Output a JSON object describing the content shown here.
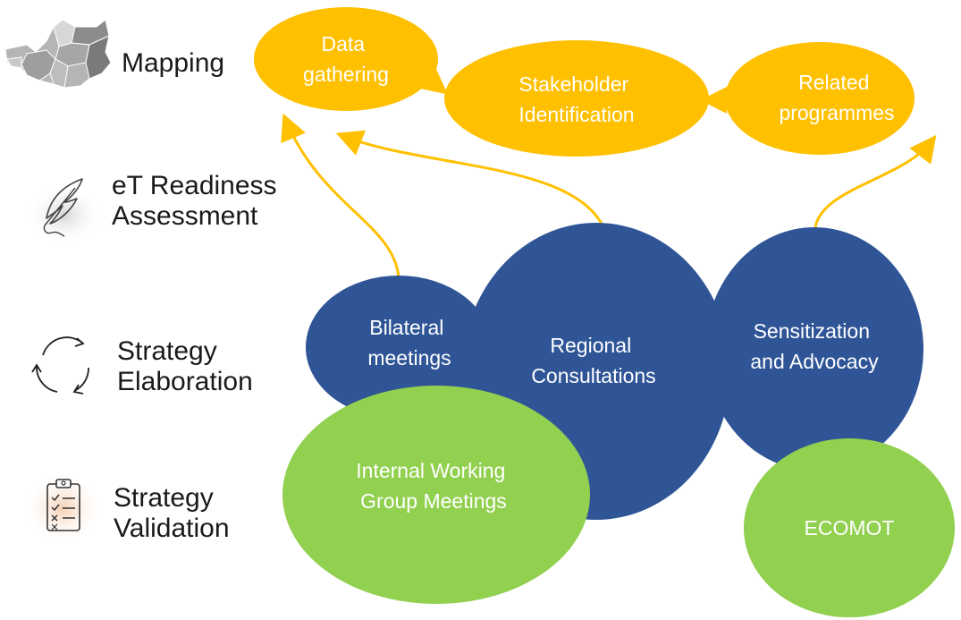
{
  "steps": [
    {
      "lines": [
        "Mapping"
      ],
      "icon": "west-africa-map-icon"
    },
    {
      "lines": [
        "eT Readiness",
        "Assessment"
      ],
      "icon": "feather-quill-icon"
    },
    {
      "lines": [
        "Strategy",
        "Elaboration"
      ],
      "icon": "cycle-arrows-icon"
    },
    {
      "lines": [
        "Strategy",
        "Validation"
      ],
      "icon": "clipboard-checklist-icon"
    }
  ],
  "top_nodes": {
    "data_gathering": [
      "Data",
      "gathering"
    ],
    "stakeholder": [
      "Stakeholder",
      "Identification"
    ],
    "related": [
      "Related",
      "programmes"
    ]
  },
  "blue_nodes": {
    "bilateral": [
      "Bilateral",
      "meetings"
    ],
    "regional": [
      "Regional",
      "Consultations"
    ],
    "sensitization": [
      "Sensitization",
      "and Advocacy"
    ]
  },
  "green_nodes": {
    "internal": [
      "Internal Working",
      "Group Meetings"
    ],
    "ecomot": [
      "ECOMOT"
    ]
  },
  "colors": {
    "yellow": "#FFC000",
    "blue": "#2F5597",
    "green": "#92D050",
    "text_light": "#ffffff",
    "map_grey": "#9a9a9a"
  }
}
